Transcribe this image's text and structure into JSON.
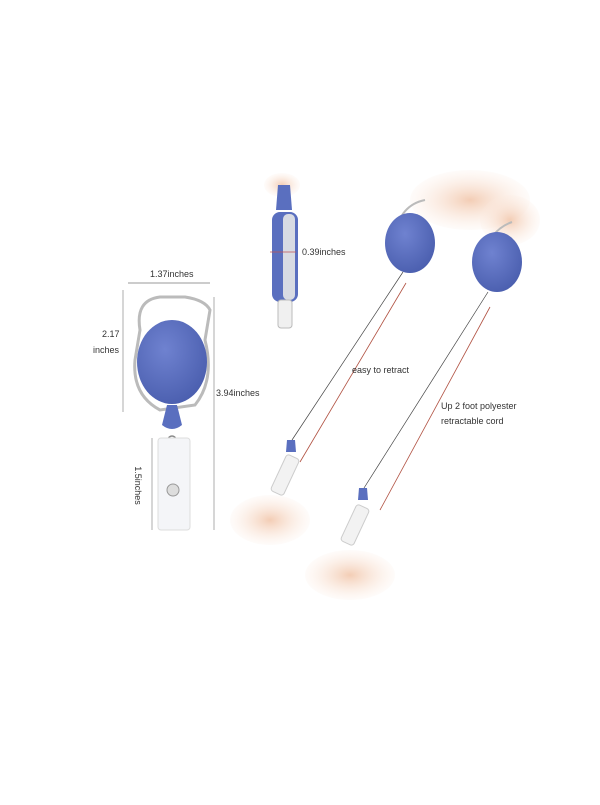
{
  "labels": {
    "width": "1.37inches",
    "height_top_value": "2.17",
    "height_top_unit": "inches",
    "total_length": "3.94inches",
    "clip_length": "1.5inches",
    "thickness": "0.39inches",
    "retract": "easy to retract",
    "cord_line1": "Up 2 foot polyester",
    "cord_line2": "retractable cord"
  },
  "colors": {
    "reel_blue": "#5a6fbf",
    "dimension_red": "#b05040",
    "skin": "#f2cdb6"
  }
}
